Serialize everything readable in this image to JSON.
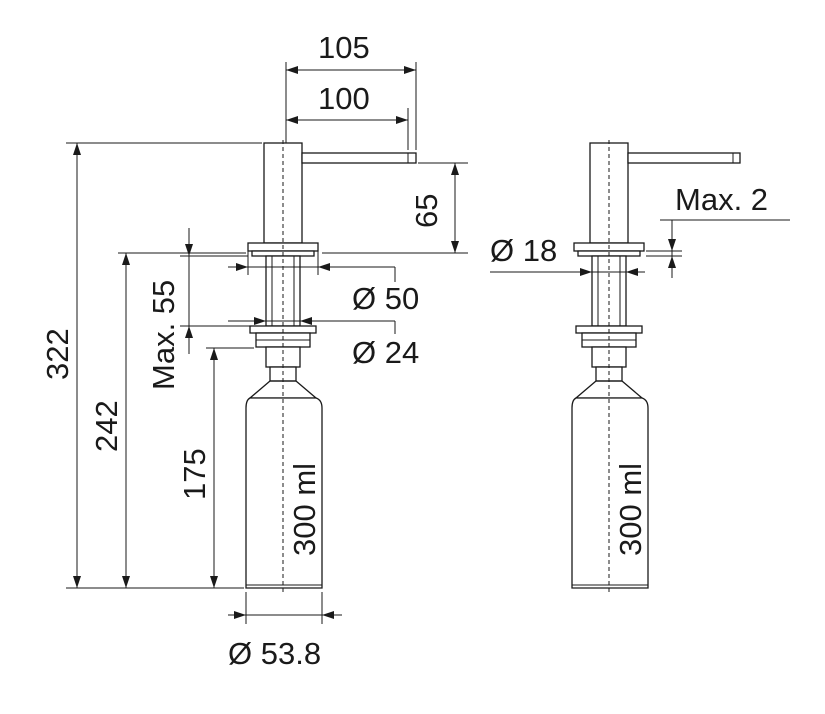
{
  "dimensions": {
    "spout_outer": "105",
    "spout_inner": "100",
    "spout_height": "65",
    "total_height": "322",
    "below_counter": "242",
    "bottle_height": "175",
    "max_counter": "Max. 55",
    "flange_dia": "Ø 50",
    "hole_dia": "Ø 24",
    "bottle_dia": "Ø 53.8",
    "bottle_volume_left": "300 ml",
    "shaft_dia": "Ø 18",
    "max_gap": "Max. 2",
    "bottle_volume_right": "300 ml"
  }
}
